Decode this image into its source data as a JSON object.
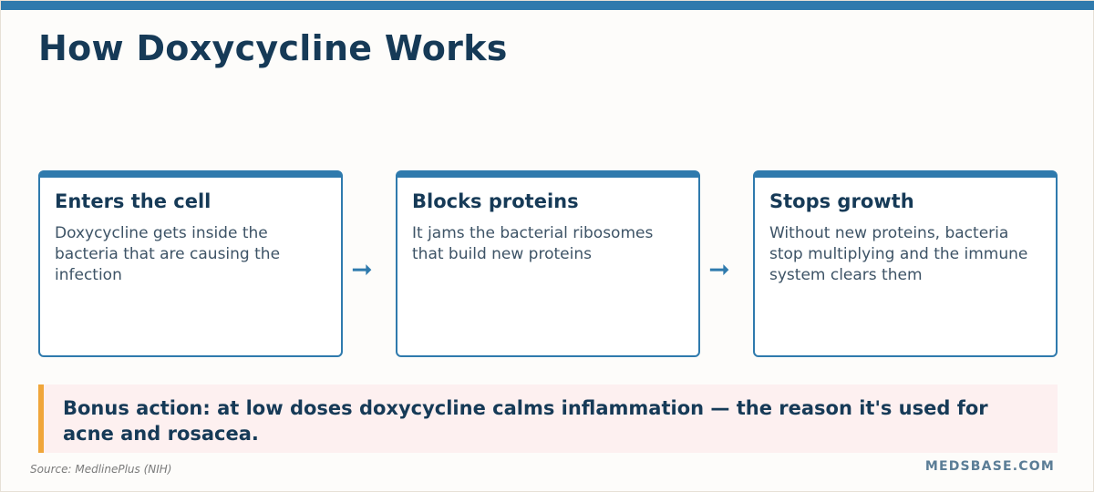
{
  "title": "How Doxycycline Works",
  "steps": [
    {
      "heading": "Enters the cell",
      "body": "Doxycycline gets inside the bacteria that are causing the infection"
    },
    {
      "heading": "Blocks proteins",
      "body": "It jams the bacterial ribosomes that build new proteins"
    },
    {
      "heading": "Stops growth",
      "body": "Without new proteins, bacteria stop multiplying and the immune system clears them"
    }
  ],
  "arrow_glyph": "➞",
  "callout": {
    "text": "Bonus action: at low doses doxycycline calms inflammation — the reason it's used for acne and rosacea."
  },
  "footer": {
    "source": "Source: MedlinePlus (NIH)",
    "brand": "MEDSBASE.COM"
  },
  "colors": {
    "accent": "#2f7aad",
    "title": "#163a57",
    "callout_bar": "#f0a63a",
    "callout_bg": "#fdf0f0"
  }
}
